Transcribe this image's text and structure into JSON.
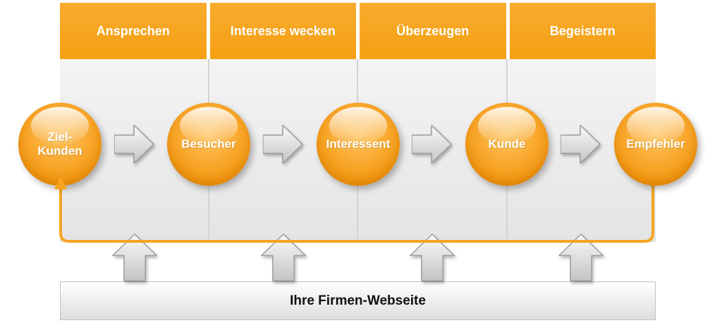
{
  "colors": {
    "accent_orange": "#F7A421",
    "accent_orange_dark": "#E38400",
    "arrow_gray": "#D8D8D8",
    "arrow_border_gray": "#9B9B9B",
    "panel_gray": "#EAEAEA"
  },
  "headers": [
    {
      "label": "Ansprechen"
    },
    {
      "label": "Interesse wecken"
    },
    {
      "label": "Überzeugen"
    },
    {
      "label": "Begeistern"
    }
  ],
  "stages": [
    {
      "label": "Ziel-\nKunden"
    },
    {
      "label": "Besucher"
    },
    {
      "label": "Interessent"
    },
    {
      "label": "Kunde"
    },
    {
      "label": "Empfehler"
    }
  ],
  "footer": {
    "label": "Ihre Firmen-Webseite"
  }
}
